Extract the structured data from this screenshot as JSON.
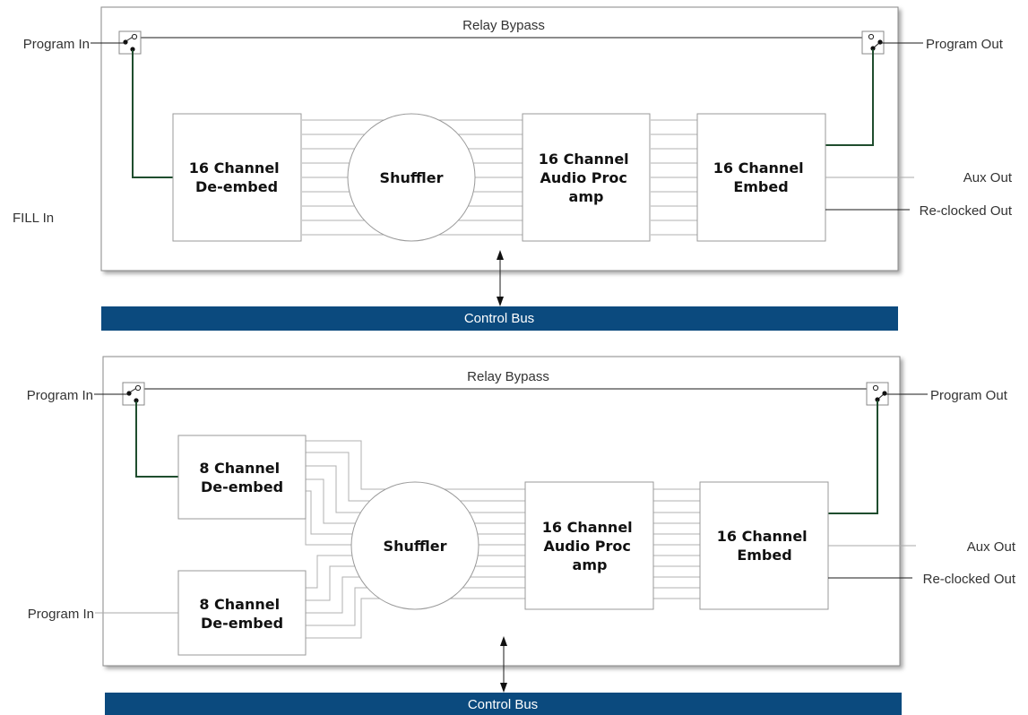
{
  "top": {
    "relay_bypass": "Relay Bypass",
    "program_in": "Program In",
    "program_out": "Program Out",
    "fill_in": "FILL In",
    "aux_out": "Aux Out",
    "reclocked_out": "Re-clocked Out",
    "deembed": [
      "16 Channel",
      "De-embed"
    ],
    "shuffler": "Shuffler",
    "procamp": [
      "16 Channel",
      "Audio Proc",
      "amp"
    ],
    "embed": [
      "16 Channel",
      "Embed"
    ],
    "control_bus": "Control Bus"
  },
  "bottom": {
    "relay_bypass": "Relay Bypass",
    "program_in": "Program In",
    "program_out": "Program Out",
    "program_in_2": "Program In",
    "aux_out": "Aux Out",
    "reclocked_out": "Re-clocked Out",
    "deembed_a": [
      "8 Channel",
      "De-embed"
    ],
    "deembed_b": [
      "8 Channel",
      "De-embed"
    ],
    "shuffler": "Shuffler",
    "procamp": [
      "16 Channel",
      "Audio Proc",
      "amp"
    ],
    "embed": [
      "16 Channel",
      "Embed"
    ],
    "control_bus": "Control Bus"
  },
  "colors": {
    "control_bus": "#0b4a7e",
    "relay_wire": "#1f4d2e",
    "panel_border": "#8a8a8a"
  }
}
